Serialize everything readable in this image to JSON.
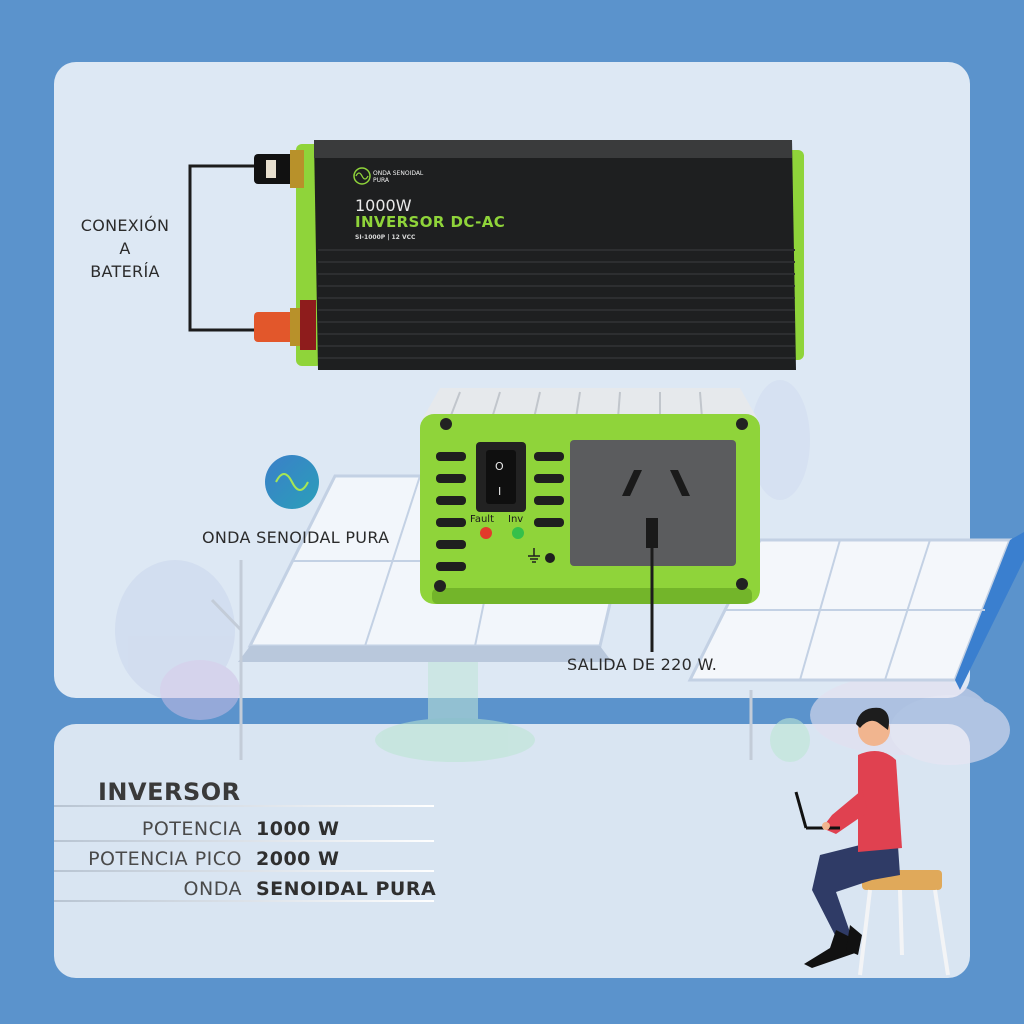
{
  "labels": {
    "battery_connection": [
      "CONEXIÓN",
      "A",
      "BATERÍA"
    ],
    "pure_sine_wave": "ONDA SENOIDAL PURA",
    "output": "SALIDA DE 220 W."
  },
  "inverter": {
    "badge_line1": "ONDA SENOIDAL",
    "badge_line2": "PURA",
    "power": "1000W",
    "name": "INVERSOR DC-AC",
    "model": "SI-1000P | 12 VCC",
    "switch_on": "I",
    "switch_off": "O",
    "led_fault": "Fault",
    "led_inv": "Inv"
  },
  "specs": {
    "title": "INVERSOR",
    "rows": [
      {
        "key": "POTENCIA",
        "value": "1000 W"
      },
      {
        "key": "POTENCIA PICO",
        "value": "2000 W"
      },
      {
        "key": "ONDA",
        "value": "SENOIDAL PURA"
      }
    ]
  },
  "colors": {
    "background": "#5b93cc",
    "panel": "#dde8f4",
    "inverter_green": "#8fd43a",
    "body_black": "#1e1f20",
    "terminal_red": "#e2572b"
  }
}
